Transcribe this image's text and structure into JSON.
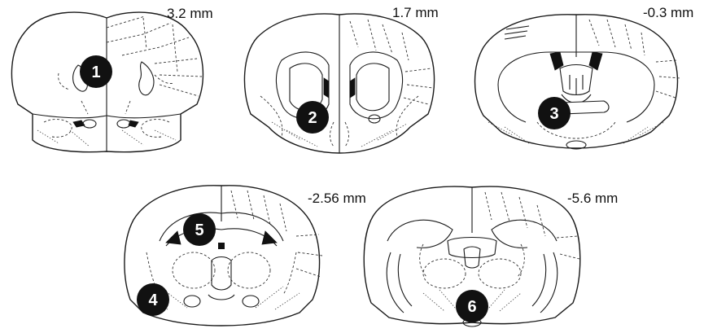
{
  "sections": [
    {
      "level": "3.2 mm"
    },
    {
      "level": "1.7 mm"
    },
    {
      "level": "-0.3 mm"
    },
    {
      "level": "-2.56 mm"
    },
    {
      "level": "-5.6 mm"
    }
  ],
  "markers": [
    {
      "number": "1"
    },
    {
      "number": "2"
    },
    {
      "number": "3"
    },
    {
      "number": "4"
    },
    {
      "number": "5"
    },
    {
      "number": "6"
    }
  ],
  "colors": {
    "ink": "#111111",
    "background": "#ffffff"
  }
}
